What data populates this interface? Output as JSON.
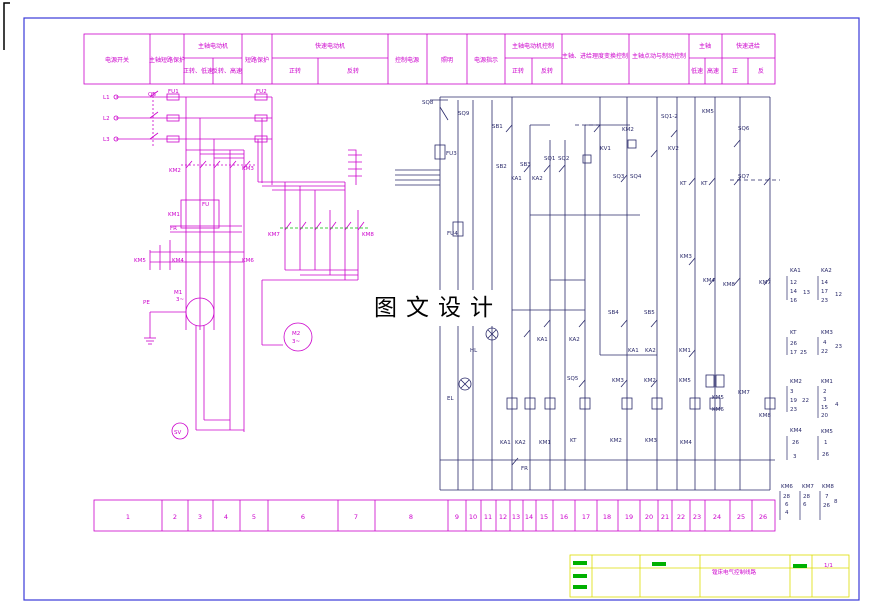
{
  "header": {
    "cells": [
      {
        "label": "电源开关"
      },
      {
        "label": "主轴短路保护"
      },
      {
        "label": "主轴电动机",
        "sub": [
          "正转、低速",
          "反转、高速"
        ]
      },
      {
        "label": "短路保护"
      },
      {
        "label": "快速电动机",
        "sub": [
          "正转",
          "反转"
        ]
      },
      {
        "label": "控制电源"
      },
      {
        "label": "照明"
      },
      {
        "label": "电源指示"
      },
      {
        "label": "主轴电动机控制",
        "sub": [
          "正转",
          "反转"
        ]
      },
      {
        "label": "主轴、进给理度变换控制"
      },
      {
        "label": "主轴点动与制动控制"
      },
      {
        "label": "主轴",
        "sub": [
          "低速",
          "高速"
        ]
      },
      {
        "label": "快速进给",
        "sub": [
          "正",
          "反"
        ]
      }
    ]
  },
  "columns": [
    "1",
    "2",
    "3",
    "4",
    "5",
    "6",
    "7",
    "8",
    "9",
    "10",
    "11",
    "12",
    "13",
    "14",
    "15",
    "16",
    "17",
    "18",
    "19",
    "20",
    "21",
    "22",
    "23",
    "24",
    "25",
    "26"
  ],
  "power": {
    "lines": [
      "L1",
      "L2",
      "L3"
    ],
    "labels": [
      "QS",
      "FU1",
      "FU2",
      "KM2",
      "KM3",
      "KM1",
      "FR",
      "FU",
      "KM5",
      "KM4",
      "KM6",
      "M1",
      "3~",
      "PE",
      "KM7",
      "KM8",
      "M2",
      "3~",
      "SV"
    ]
  },
  "control": {
    "labels": [
      "SQ8",
      "SQ9",
      "SB1",
      "FU3",
      "SB2",
      "SB3",
      "KA1",
      "KA2",
      "SQ1",
      "SQ2",
      "KM2",
      "SQ1-2",
      "KM5",
      "SQ6",
      "KV1",
      "KV2",
      "SQ3",
      "SQ4",
      "KT",
      "KT",
      "SQ7",
      "FU4",
      "KM3",
      "KM4",
      "KM8",
      "KM7",
      "KM1",
      "KA1",
      "KA2",
      "SB4",
      "SB5",
      "KA1",
      "KA2",
      "SQ5",
      "KM3",
      "KM2",
      "KM5",
      "HL",
      "EL",
      "KM5",
      "KM6",
      "KM7",
      "KM8",
      "KA1",
      "KA2",
      "KM1",
      "KT",
      "KM2",
      "KM3",
      "KM4",
      "FR"
    ]
  },
  "contact_tables": [
    {
      "coil": "KA1",
      "values": [
        "12",
        "14",
        "16"
      ],
      "right": "13"
    },
    {
      "coil": "KA2",
      "values": [
        "14",
        "17",
        "23"
      ],
      "right": "12"
    },
    {
      "coil": "KT",
      "values": [
        "26",
        "17"
      ],
      "right": "25"
    },
    {
      "coil": "KM3",
      "values": [
        "4",
        "22"
      ],
      "right": "23"
    },
    {
      "coil": "KM2",
      "values": [
        "3",
        "19",
        "23"
      ],
      "right": "22"
    },
    {
      "coil": "KM1",
      "values": [
        "2",
        "3",
        "15",
        "20"
      ],
      "right": "4"
    },
    {
      "coil": "KM4",
      "values": [
        "26",
        "3"
      ],
      "right": ""
    },
    {
      "coil": "KM5",
      "values": [
        "1",
        "26"
      ],
      "right": ""
    },
    {
      "coil": "KM6",
      "values": [
        "28",
        "6",
        "4"
      ],
      "right": ""
    },
    {
      "coil": "KM7",
      "values": [
        "28",
        "6"
      ],
      "right": ""
    },
    {
      "coil": "KM8",
      "values": [
        "7",
        "26"
      ],
      "right": "8"
    }
  ],
  "title_block": {
    "drawing_name": "镗床电气控制线路",
    "sheet": "1/1"
  },
  "watermark": "图文设计"
}
